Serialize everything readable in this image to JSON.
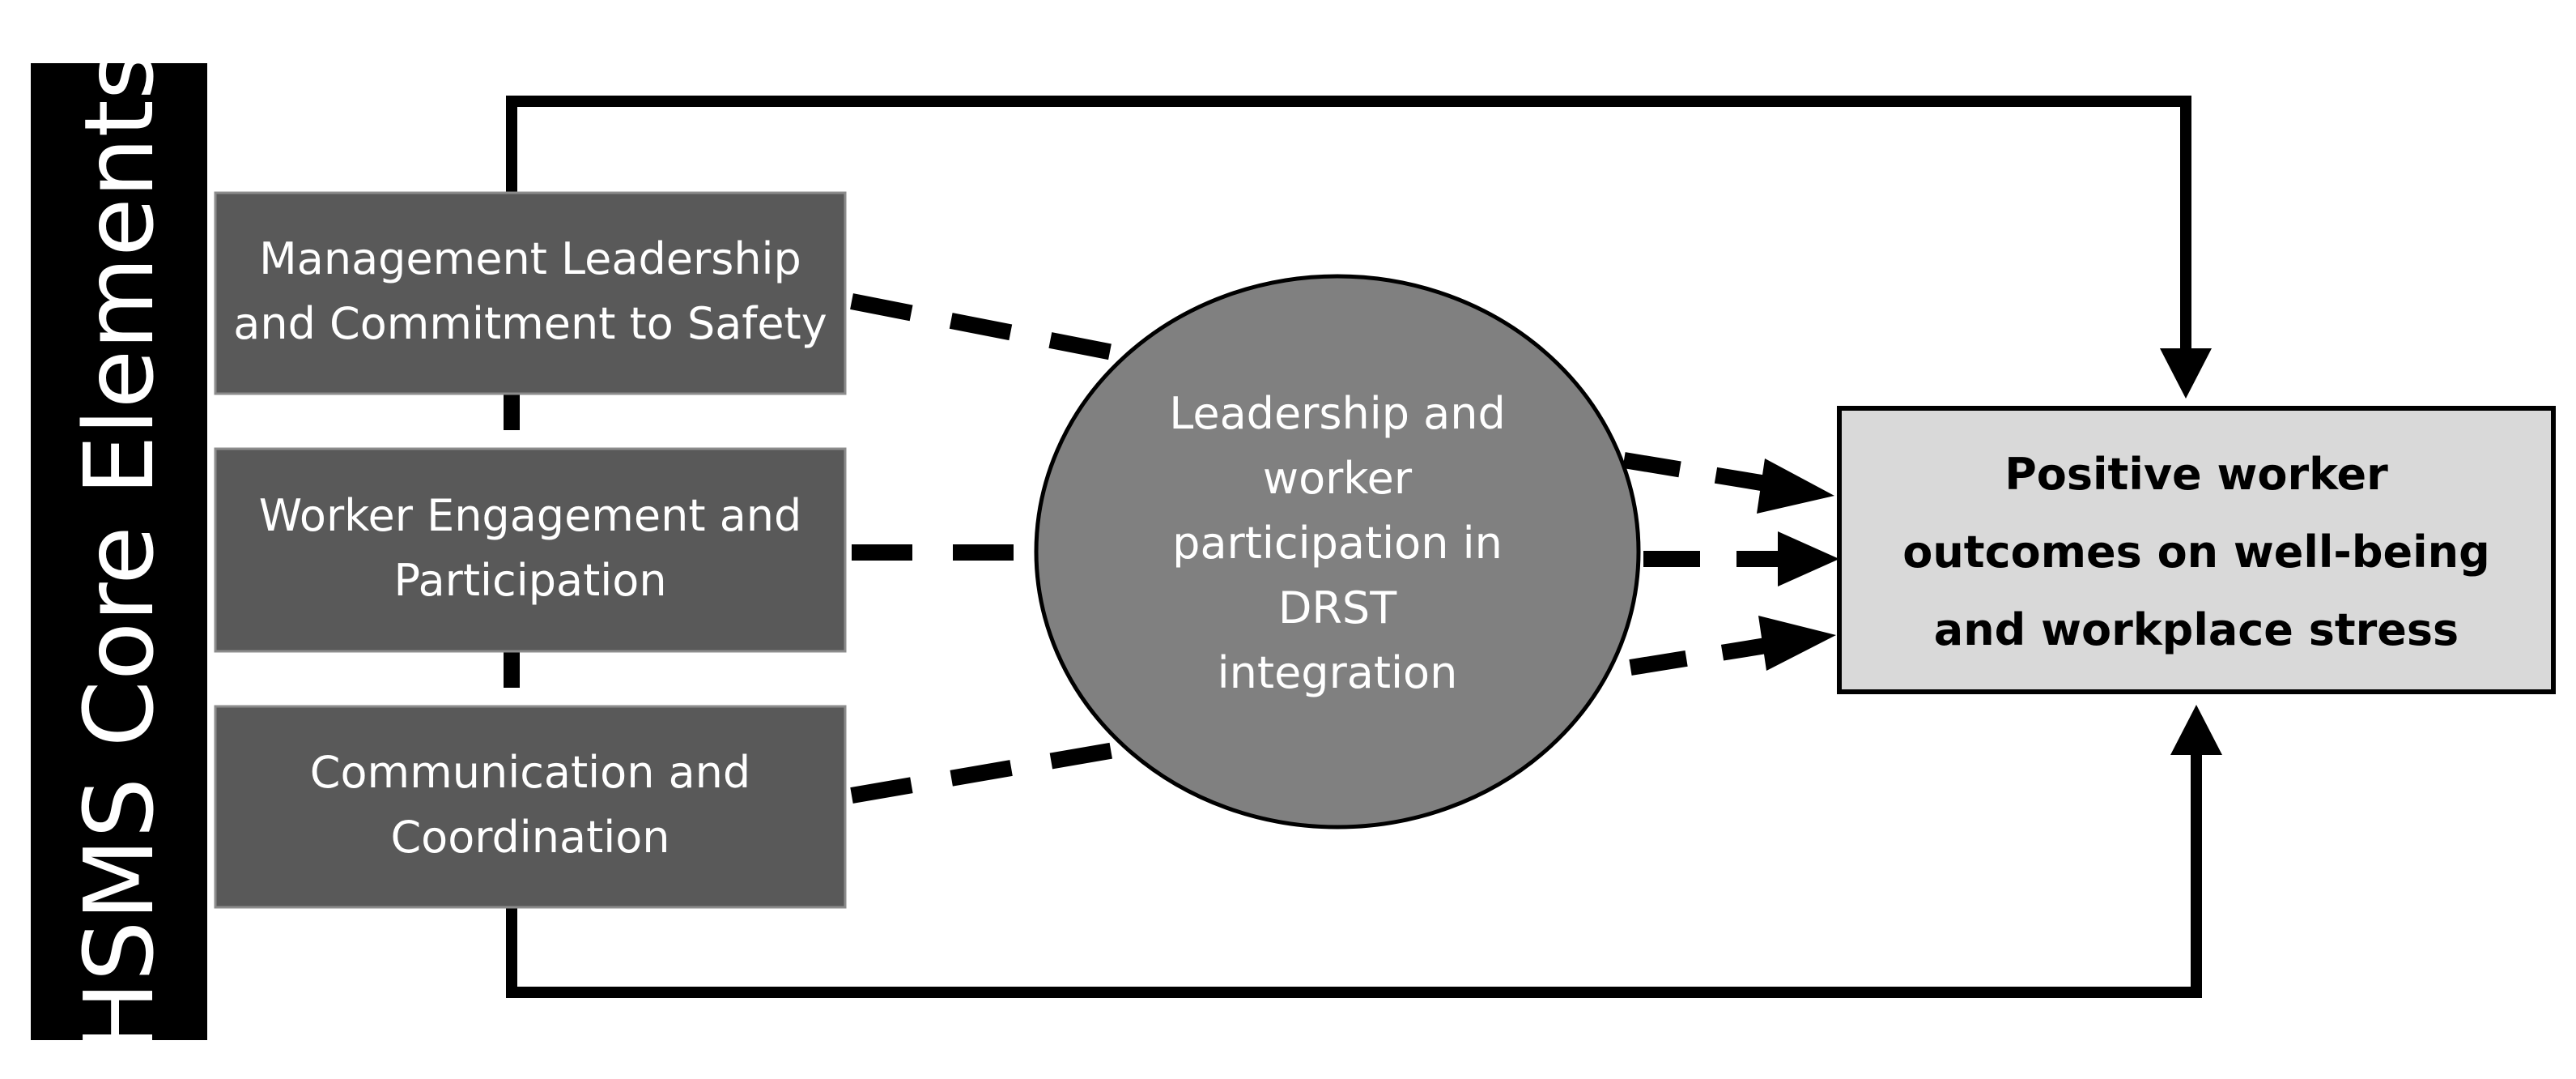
{
  "side_title": "HSMS Core Elements",
  "core_elements": [
    {
      "lines": [
        "Management Leadership",
        "and Commitment to Safety"
      ]
    },
    {
      "lines": [
        "Worker Engagement and",
        "Participation"
      ]
    },
    {
      "lines": [
        "Communication and",
        "Coordination"
      ]
    }
  ],
  "mediator": {
    "lines": [
      "Leadership and",
      "worker",
      "participation in",
      "DRST",
      "integration"
    ]
  },
  "outcome": {
    "lines": [
      "Positive worker",
      "outcomes on well-being",
      "and workplace stress"
    ]
  },
  "colors": {
    "side_title_bg": "#000000",
    "core_box_fill": "#595959",
    "mediator_fill": "#808080",
    "outcome_fill": "#d9d9d9",
    "connector": "#000000"
  }
}
